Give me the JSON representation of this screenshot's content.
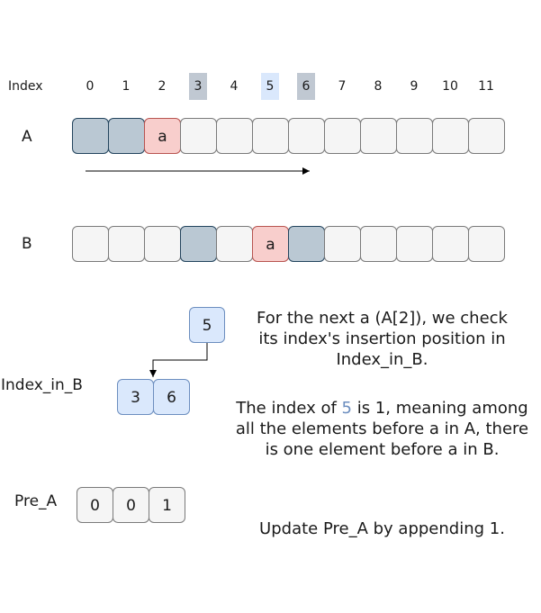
{
  "index_label": "Index",
  "indices": [
    "0",
    "1",
    "2",
    "3",
    "4",
    "5",
    "6",
    "7",
    "8",
    "9",
    "10",
    "11"
  ],
  "index_highlights": {
    "gray": [
      3,
      6
    ],
    "blue": [
      5
    ]
  },
  "row_a": {
    "label": "A",
    "cells": [
      {
        "value": "",
        "style": "gray"
      },
      {
        "value": "",
        "style": "gray"
      },
      {
        "value": "a",
        "style": "red"
      },
      {
        "value": "",
        "style": "plain"
      },
      {
        "value": "",
        "style": "plain"
      },
      {
        "value": "",
        "style": "plain"
      },
      {
        "value": "",
        "style": "plain"
      },
      {
        "value": "",
        "style": "plain"
      },
      {
        "value": "",
        "style": "plain"
      },
      {
        "value": "",
        "style": "plain"
      },
      {
        "value": "",
        "style": "plain"
      },
      {
        "value": "",
        "style": "plain"
      }
    ]
  },
  "row_b": {
    "label": "B",
    "cells": [
      {
        "value": "",
        "style": "plain"
      },
      {
        "value": "",
        "style": "plain"
      },
      {
        "value": "",
        "style": "plain"
      },
      {
        "value": "",
        "style": "gray"
      },
      {
        "value": "",
        "style": "plain"
      },
      {
        "value": "a",
        "style": "red"
      },
      {
        "value": "",
        "style": "gray"
      },
      {
        "value": "",
        "style": "plain"
      },
      {
        "value": "",
        "style": "plain"
      },
      {
        "value": "",
        "style": "plain"
      },
      {
        "value": "",
        "style": "plain"
      },
      {
        "value": "",
        "style": "plain"
      }
    ]
  },
  "query_value": "5",
  "index_in_b": {
    "label": "Index_in_B",
    "values": [
      "3",
      "6"
    ]
  },
  "pre_a": {
    "label": "Pre_A",
    "values": [
      "0",
      "0",
      "1"
    ]
  },
  "text1": {
    "line1": "For the next a (A[2]), we check",
    "line2": "its index's insertion position in",
    "line3": "Index_in_B."
  },
  "text2": {
    "line1_prefix": "The index of ",
    "line1_highlight": "5",
    "line1_suffix": " is 1, meaning among",
    "line2": "all the elements before a in A, there",
    "line3": "is one element before a in B."
  },
  "text3": "Update Pre_A by appending 1.",
  "colors": {
    "gray_fill": "#bac8d3",
    "red_fill": "#f8cecc",
    "blue_fill": "#dae8fc",
    "plain_fill": "#f5f5f5",
    "highlight_text": "#6c8ebf"
  }
}
